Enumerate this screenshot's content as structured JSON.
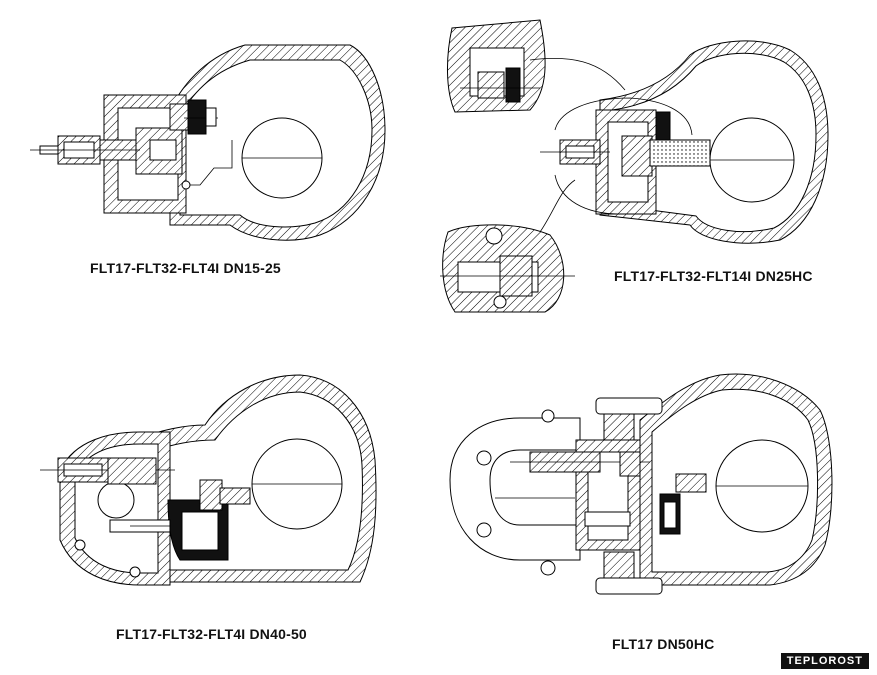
{
  "captions": {
    "dn15_25": "FLT17-FLT32-FLT4I  DN15-25",
    "dn25hc": "FLT17-FLT32-FLT14I DN25HC",
    "dn40_50": "FLT17-FLT32-FLT4I  DN40-50",
    "dn50hc": "FLT17  DN50HC"
  },
  "watermark": "TEPLOROST"
}
